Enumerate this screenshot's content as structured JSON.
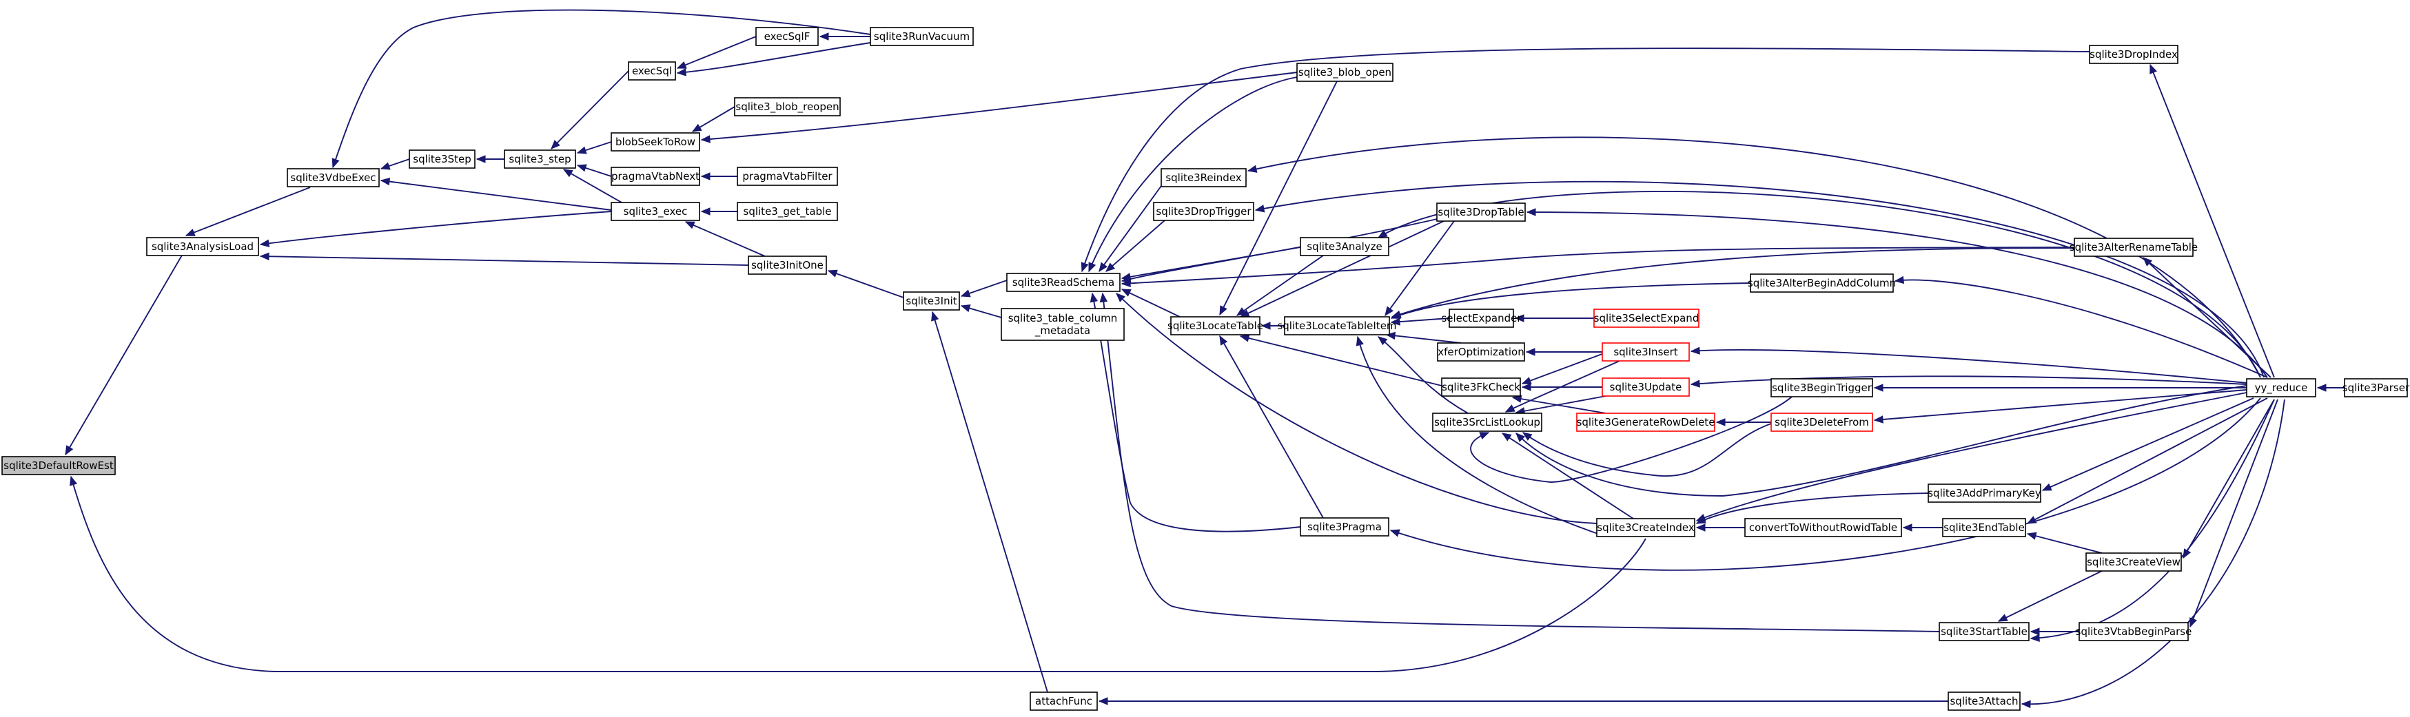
{
  "graph": {
    "nodes": [
      {
        "id": "root",
        "lines": [
          "sqlite3DefaultRowEst"
        ],
        "root": true
      },
      {
        "id": "n_analysisload",
        "lines": [
          "sqlite3AnalysisLoad"
        ]
      },
      {
        "id": "n_vdbeexec",
        "lines": [
          "sqlite3VdbeExec"
        ]
      },
      {
        "id": "n_step",
        "lines": [
          "sqlite3Step"
        ]
      },
      {
        "id": "n_sqlite3_step",
        "lines": [
          "sqlite3_step"
        ]
      },
      {
        "id": "n_execsql",
        "lines": [
          "execSql"
        ]
      },
      {
        "id": "n_execsqlf",
        "lines": [
          "execSqlF"
        ]
      },
      {
        "id": "n_runvacuum",
        "lines": [
          "sqlite3RunVacuum"
        ]
      },
      {
        "id": "n_blobseektorow",
        "lines": [
          "blobSeekToRow"
        ]
      },
      {
        "id": "n_blob_reopen",
        "lines": [
          "sqlite3_blob_reopen"
        ]
      },
      {
        "id": "n_pragmavtabnext",
        "lines": [
          "pragmaVtabNext"
        ]
      },
      {
        "id": "n_pragmavtabfilter",
        "lines": [
          "pragmaVtabFilter"
        ]
      },
      {
        "id": "n_exec",
        "lines": [
          "sqlite3_exec"
        ]
      },
      {
        "id": "n_get_table",
        "lines": [
          "sqlite3_get_table"
        ]
      },
      {
        "id": "n_initone",
        "lines": [
          "sqlite3InitOne"
        ]
      },
      {
        "id": "n_init",
        "lines": [
          "sqlite3Init"
        ]
      },
      {
        "id": "n_readschema",
        "lines": [
          "sqlite3ReadSchema"
        ]
      },
      {
        "id": "n_table_column_metadata",
        "lines": [
          "sqlite3_table_column",
          "_metadata"
        ]
      },
      {
        "id": "n_attachfunc",
        "lines": [
          "attachFunc"
        ]
      },
      {
        "id": "n_blob_open",
        "lines": [
          "sqlite3_blob_open"
        ]
      },
      {
        "id": "n_reindex",
        "lines": [
          "sqlite3Reindex"
        ]
      },
      {
        "id": "n_droptrigger",
        "lines": [
          "sqlite3DropTrigger"
        ]
      },
      {
        "id": "n_analyze",
        "lines": [
          "sqlite3Analyze"
        ]
      },
      {
        "id": "n_locatetable",
        "lines": [
          "sqlite3LocateTable"
        ]
      },
      {
        "id": "n_locatetableitem",
        "lines": [
          "sqlite3LocateTableItem"
        ]
      },
      {
        "id": "n_droptable",
        "lines": [
          "sqlite3DropTable"
        ]
      },
      {
        "id": "n_dropindex",
        "lines": [
          "sqlite3DropIndex"
        ]
      },
      {
        "id": "n_alterrenametable",
        "lines": [
          "sqlite3AlterRenameTable"
        ]
      },
      {
        "id": "n_alterbeginaddcolumn",
        "lines": [
          "sqlite3AlterBeginAddColumn"
        ]
      },
      {
        "id": "n_selectexpander",
        "lines": [
          "selectExpander"
        ]
      },
      {
        "id": "n_selectexpand",
        "lines": [
          "sqlite3SelectExpand"
        ],
        "red": true
      },
      {
        "id": "n_xferoptimization",
        "lines": [
          "xferOptimization"
        ]
      },
      {
        "id": "n_insert",
        "lines": [
          "sqlite3Insert"
        ],
        "red": true
      },
      {
        "id": "n_fkcheck",
        "lines": [
          "sqlite3FkCheck"
        ]
      },
      {
        "id": "n_update",
        "lines": [
          "sqlite3Update"
        ],
        "red": true
      },
      {
        "id": "n_srclistlookup",
        "lines": [
          "sqlite3SrcListLookup"
        ]
      },
      {
        "id": "n_generaterowdelete",
        "lines": [
          "sqlite3GenerateRowDelete"
        ],
        "red": true
      },
      {
        "id": "n_begintrigger",
        "lines": [
          "sqlite3BeginTrigger"
        ]
      },
      {
        "id": "n_deletefrom",
        "lines": [
          "sqlite3DeleteFrom"
        ],
        "red": true
      },
      {
        "id": "n_pragma",
        "lines": [
          "sqlite3Pragma"
        ]
      },
      {
        "id": "n_createindex",
        "lines": [
          "sqlite3CreateIndex"
        ]
      },
      {
        "id": "n_converttowithoutrowidtable",
        "lines": [
          "convertToWithoutRowidTable"
        ]
      },
      {
        "id": "n_addprimarykey",
        "lines": [
          "sqlite3AddPrimaryKey"
        ]
      },
      {
        "id": "n_endtable",
        "lines": [
          "sqlite3EndTable"
        ]
      },
      {
        "id": "n_createview",
        "lines": [
          "sqlite3CreateView"
        ]
      },
      {
        "id": "n_starttable",
        "lines": [
          "sqlite3StartTable"
        ]
      },
      {
        "id": "n_vtabbeginparse",
        "lines": [
          "sqlite3VtabBeginParse"
        ]
      },
      {
        "id": "n_attach",
        "lines": [
          "sqlite3Attach"
        ]
      },
      {
        "id": "n_yy_reduce",
        "lines": [
          "yy_reduce"
        ]
      },
      {
        "id": "n_parser",
        "lines": [
          "sqlite3Parser"
        ]
      }
    ]
  }
}
